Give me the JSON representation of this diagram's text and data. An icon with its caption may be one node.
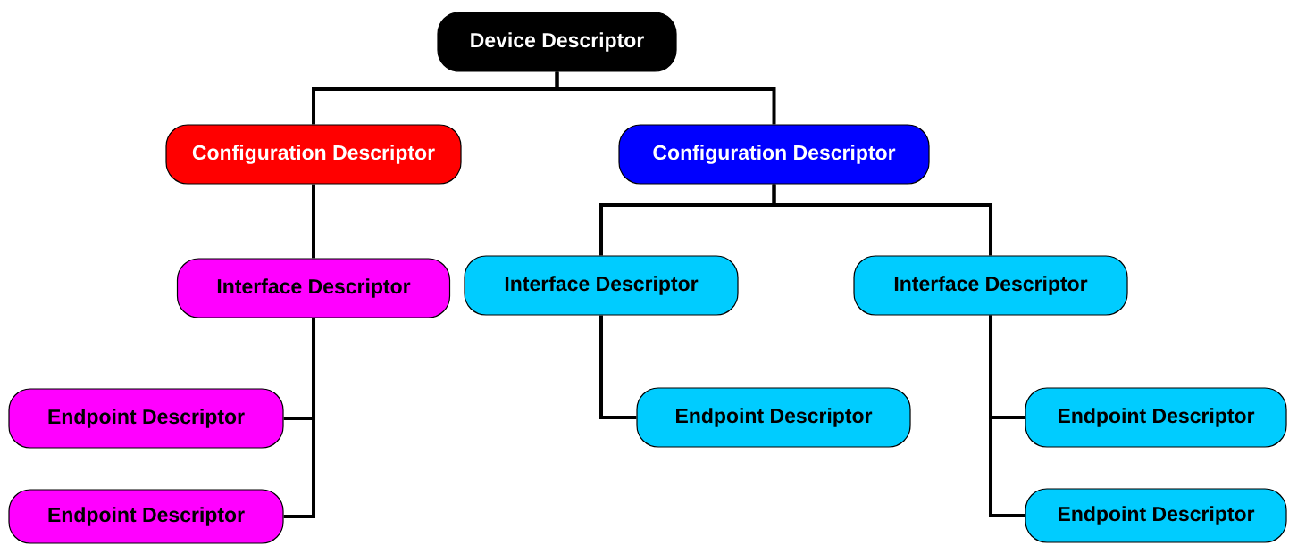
{
  "diagram": {
    "nodes": [
      {
        "text": [
          "Device Descriptor"
        ]
      },
      {
        "text": [
          "Configuration Descriptor"
        ]
      },
      {
        "text": [
          "Configuration Descriptor"
        ]
      },
      {
        "text": [
          "Interface Descriptor"
        ]
      },
      {
        "text": [
          "Interface Descriptor"
        ]
      },
      {
        "text": [
          "Interface Descriptor"
        ]
      },
      {
        "text": [
          "Endpoint Descriptor"
        ]
      },
      {
        "text": [
          "Endpoint Descriptor"
        ]
      },
      {
        "text": [
          "Endpoint Descriptor"
        ]
      },
      {
        "text": [
          "Endpoint Descriptor"
        ]
      },
      {
        "text": [
          "Endpoint Descriptor"
        ]
      }
    ],
    "edges": [
      {
        "from": 0,
        "to": 1,
        "arrow": "none"
      },
      {
        "from": 0,
        "to": 2,
        "arrow": "none"
      },
      {
        "from": 1,
        "to": 3,
        "arrow": "none"
      },
      {
        "from": 2,
        "to": 4,
        "arrow": "none"
      },
      {
        "from": 2,
        "to": 5,
        "arrow": "none"
      },
      {
        "from": 3,
        "to": 6,
        "arrow": "none"
      },
      {
        "from": 3,
        "to": 7,
        "arrow": "none"
      },
      {
        "from": 4,
        "to": 8,
        "arrow": "none"
      },
      {
        "from": 5,
        "to": 9,
        "arrow": "none"
      },
      {
        "from": 5,
        "to": 10,
        "arrow": "none"
      }
    ]
  }
}
